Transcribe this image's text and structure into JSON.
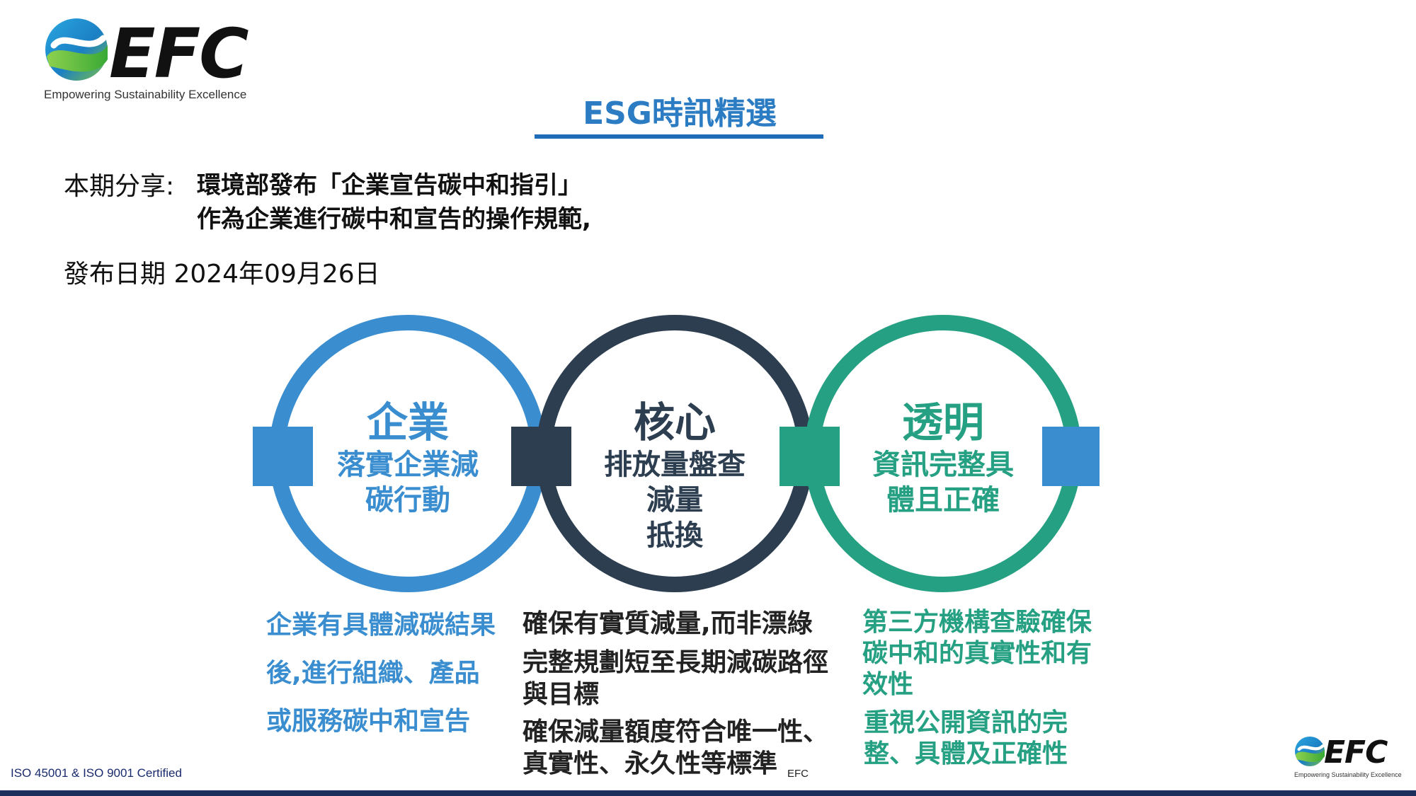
{
  "logo": {
    "brand": "EFC",
    "tagline": "Empowering Sustainability Excellence"
  },
  "header": {
    "section_title": "ESG時訊精選"
  },
  "share": {
    "label": "本期分享:",
    "line1": "環境部發布「企業宣告碳中和指引」",
    "line2": "作為企業進行碳中和宣告的操作規範,"
  },
  "release_date": "發布日期 2024年09月26日",
  "rings": [
    {
      "title": "企業",
      "lines": [
        "落實企業減",
        "碳行動"
      ],
      "color": "#3a8ed0"
    },
    {
      "title": "核心",
      "lines": [
        "排放量盤查",
        "減量",
        "抵換"
      ],
      "color": "#2d3e50"
    },
    {
      "title": "透明",
      "lines": [
        "資訊完整具",
        "體且正確"
      ],
      "color": "#26a082"
    }
  ],
  "connector_colors": [
    "#3a8ed0",
    "#2d3e50",
    "#26a082",
    "#3a8ed0"
  ],
  "descriptions": {
    "left": [
      "企業有具體減碳結果",
      "後,進行組織、產品",
      "或服務碳中和宣告"
    ],
    "middle": [
      "確保有實質減量,而非漂綠",
      "完整規劃短至長期減碳路徑",
      "與目標",
      "確保減量額度符合唯一性、",
      "真實性、永久性等標準"
    ],
    "right": [
      "第三方機構查驗確保",
      "碳中和的真實性和有",
      "效性",
      "重視公開資訊的完",
      "整、具體及正確性"
    ]
  },
  "footer": {
    "certification": "ISO 45001 & ISO 9001 Certified",
    "small_brand": "EFC",
    "logo_brand": "EFC",
    "logo_tagline": "Empowering Sustainability Excellence"
  }
}
